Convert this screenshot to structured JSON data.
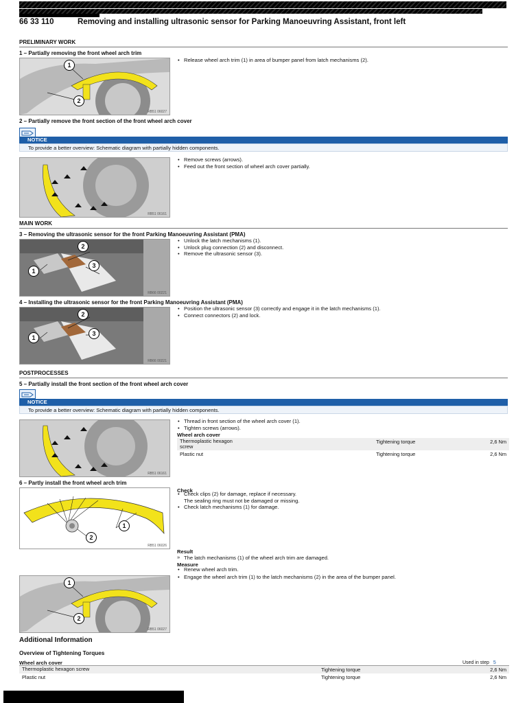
{
  "header": {
    "number": "66 33 110",
    "title": "Removing and installing ultrasonic sensor for Parking Manoeuvring Assistant, front left"
  },
  "sections": {
    "preliminary": "PRELIMINARY WORK",
    "main": "MAIN WORK",
    "post": "POSTPROCESSES"
  },
  "steps": {
    "s1": {
      "title": "1 – Partially removing the front wheel arch trim",
      "bullets": [
        "Release wheel arch trim (1) in area of bumper panel from latch mechanisms (2)."
      ],
      "figure_code": "RB51 06027",
      "callouts": [
        "1",
        "2"
      ]
    },
    "s2": {
      "title": "2 – Partially remove the front section of the front wheel arch cover",
      "bullets": [
        "Remove screws (arrows).",
        "Feed out the front section of wheel arch cover partially."
      ],
      "figure_code": "RB51 06161"
    },
    "s3": {
      "title": "3 – Removing the ultrasonic sensor for the front Parking Manoeuvring Assistant (PMA)",
      "bullets": [
        "Unlock the latch mechanisms (1).",
        "Unlock plug connection (2) and disconnect.",
        "Remove the ultrasonic sensor (3)."
      ],
      "figure_code": "RB66 00221",
      "callouts": [
        "2",
        "3",
        "1"
      ]
    },
    "s4": {
      "title": "4 – Installing the ultrasonic sensor for the front Parking Manoeuvring Assistant (PMA)",
      "bullets": [
        "Position the ultrasonic sensor (3) correctly and engage it in the latch mechanisms (1).",
        "Connect connectors (2) and lock."
      ],
      "figure_code": "RB66 00221",
      "callouts": [
        "2",
        "3",
        "1"
      ]
    },
    "s5": {
      "title": "5 – Partially install the front section of the front wheel arch cover",
      "bullets": [
        "Thread in front section of the wheel arch cover (1).",
        "Tighten screws (arrows)."
      ],
      "figure_code": "RB51 06161",
      "table_title": "Wheel arch cover",
      "rows": [
        {
          "part": "Thermoplastic hexagon screw",
          "type": "Tightening torque",
          "value": "2,6 Nm"
        },
        {
          "part": "Plastic nut",
          "type": "Tightening torque",
          "value": "2,6 Nm"
        }
      ]
    },
    "s6": {
      "title": "6 – Partly install the front wheel arch trim",
      "check_label": "Check",
      "check_bullets": [
        "Check clips (2) for damage, replace if necessary."
      ],
      "check_note": "The sealing ring must not be damaged or missing.",
      "check_bullets2": [
        "Check latch mechanisms (1) for damage."
      ],
      "figure_code": "RB51 06026",
      "callouts": [
        "1",
        "2"
      ],
      "result_label": "Result",
      "result_marker": "»",
      "result_text": "The latch mechanisms (1) of the wheel arch trim are damaged.",
      "measure_label": "Measure",
      "measure_bullets": [
        "Renew wheel arch trim.",
        "Engage the wheel arch trim (1) to the latch mechanisms (2) in the area of the bumper panel."
      ],
      "figure2_code": "RB51 06027"
    }
  },
  "notice": {
    "label": "NOTICE",
    "text": "To provide a better overview: Schematic diagram with partially hidden components."
  },
  "additional": {
    "title": "Additional Information",
    "overview_title": "Overview of Tightening Torques",
    "table_title": "Wheel arch cover",
    "used_in_label": "Used in step",
    "used_in_step": "5",
    "rows": [
      {
        "part": "Thermoplastic hexagon screw",
        "type": "Tightening torque",
        "value": "2,6 Nm"
      },
      {
        "part": "Plastic nut",
        "type": "Tightening torque",
        "value": "2,6 Nm"
      }
    ]
  },
  "colors": {
    "notice_blue": "#1f5fa8",
    "trim_yellow": "#f2e21b"
  },
  "icons": {
    "notice": "book-pointer-icon"
  }
}
